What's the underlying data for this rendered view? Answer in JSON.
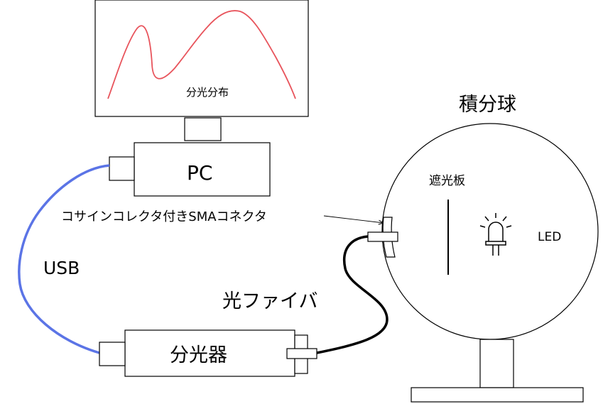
{
  "labels": {
    "monitor_caption": "分光分布",
    "pc": "PC",
    "usb": "USB",
    "spectrometer": "分光器",
    "fiber": "光ファイバ",
    "sphere": "積分球",
    "baffle": "遮光板",
    "led": "LED",
    "connector": "コサインコレクタ付きSMAコネクタ"
  },
  "colors": {
    "spectrum_curve": "#e8545c",
    "usb_cable": "#5b74e6",
    "outline": "#000000"
  },
  "icons": {
    "led": "led-bulb-icon"
  }
}
